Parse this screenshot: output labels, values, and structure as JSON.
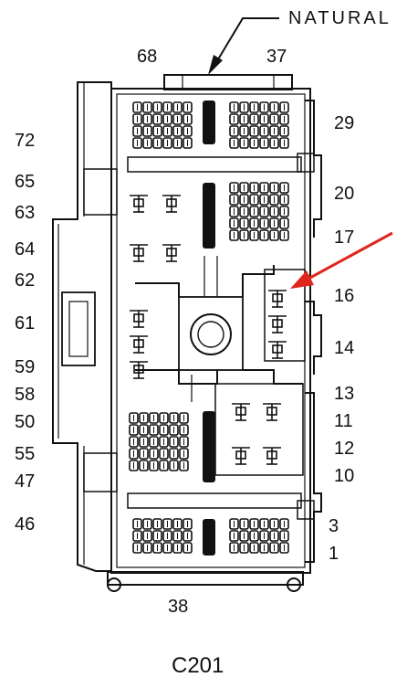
{
  "title": "C201",
  "callout": "NATURAL",
  "colors": {
    "ink": "#111111",
    "arrow": "#e0261c"
  },
  "pin_labels": {
    "top_left": "68",
    "top_right": "37",
    "bottom": "38",
    "left": [
      "72",
      "65",
      "63",
      "64",
      "62",
      "61",
      "59",
      "58",
      "50",
      "55",
      "47",
      "46"
    ],
    "right": [
      "29",
      "20",
      "17",
      "16",
      "14",
      "13",
      "11",
      "12",
      "10",
      "3",
      "1"
    ]
  },
  "icons": [
    "cavity-grid-icon",
    "terminal-icon",
    "latch-icon",
    "pointer-arrow-icon"
  ]
}
